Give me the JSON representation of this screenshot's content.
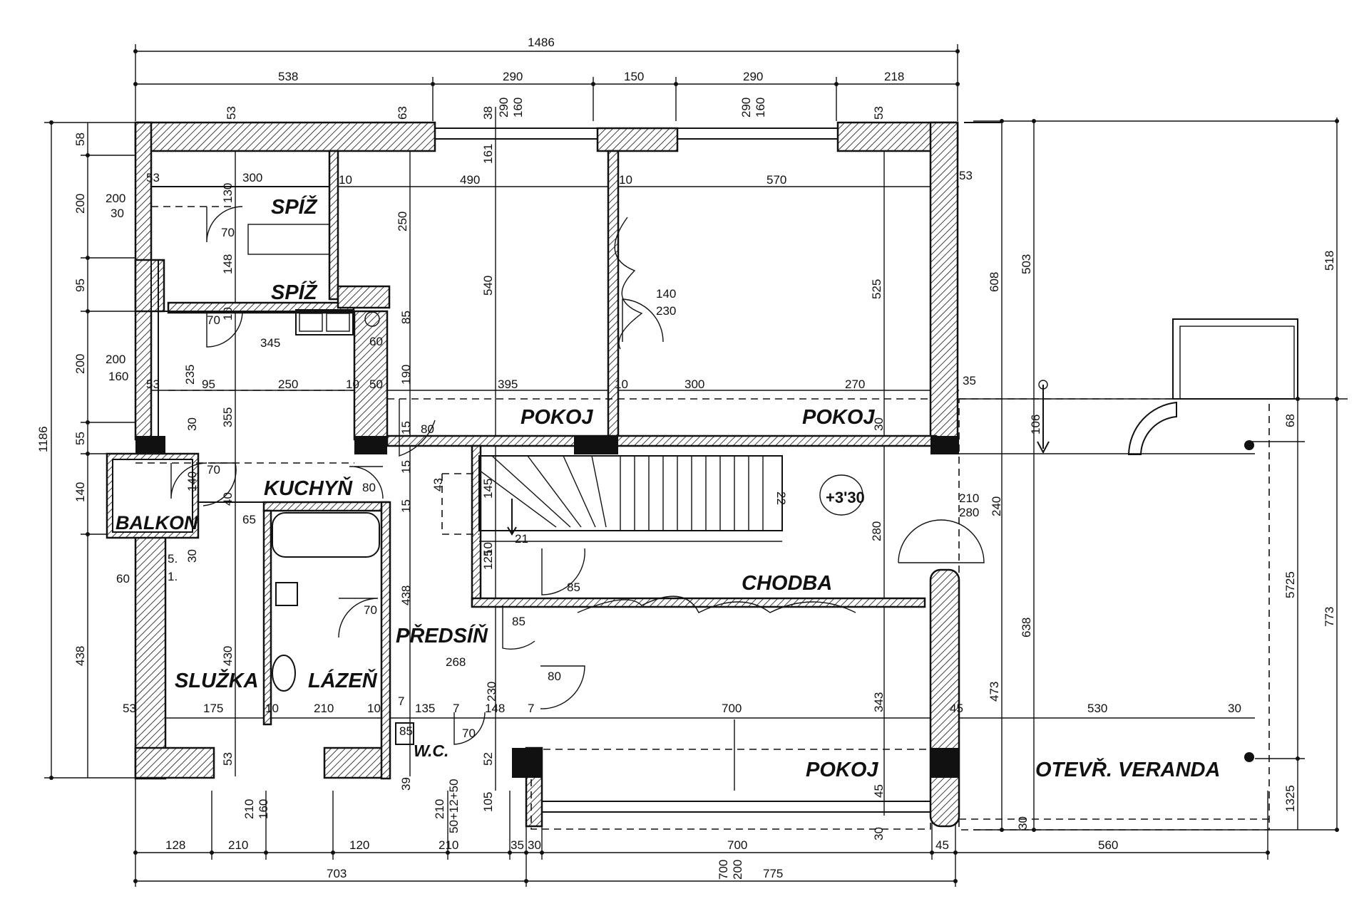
{
  "drawing": {
    "rooms": {
      "spiz1": "SPÍŽ",
      "spiz2": "SPÍŽ",
      "pokoj1": "POKOJ",
      "pokoj2": "POKOJ",
      "pokoj3": "POKOJ",
      "kuchyn": "KUCHYŇ",
      "balkon": "BALKON",
      "chodba": "CHODBA",
      "predsin": "PŘEDSÍŇ",
      "sluzka": "SLUŽKA",
      "lazen": "LÁZEŇ",
      "wc": "W.C.",
      "veranda": "OTEVŘ. VERANDA"
    },
    "level_mark": "+3'30",
    "top_dims": {
      "overall": "1486",
      "row2": [
        "538",
        "290",
        "150",
        "290",
        "218"
      ]
    },
    "bottom_dims": {
      "row1": [
        "128",
        "210",
        "120",
        "210",
        "35",
        "30",
        "700",
        "45",
        "560"
      ],
      "row2": [
        "703",
        "775"
      ]
    },
    "left_dims": {
      "overall": "1186",
      "segments": [
        "58",
        "200",
        "95",
        "200",
        "55",
        "140",
        "438"
      ]
    },
    "right_dims": [
      "608",
      "503",
      "518",
      "638",
      "473",
      "5725",
      "773",
      "1325",
      "68",
      "106"
    ],
    "interior_dims": [
      "53",
      "63",
      "38",
      "53",
      "290",
      "160",
      "290",
      "160",
      "161",
      "53",
      "300",
      "130",
      "10",
      "490",
      "10",
      "570",
      "53",
      "200",
      "30",
      "70",
      "250",
      "540",
      "525",
      "140",
      "230",
      "148",
      "10",
      "70",
      "345",
      "60",
      "85",
      "200",
      "160",
      "53",
      "235",
      "95",
      "250",
      "10",
      "50",
      "190",
      "395",
      "10",
      "300",
      "270",
      "35",
      "355",
      "30",
      "15",
      "80",
      "15",
      "30",
      "70",
      "140",
      "80",
      "15",
      "43",
      "145",
      "21",
      "22",
      "210",
      "280",
      "240",
      "280",
      "40",
      "65",
      "30",
      "5.",
      "1.",
      "60",
      "125",
      "10",
      "85",
      "70",
      "438",
      "85",
      "430",
      "268",
      "230",
      "80",
      "53",
      "175",
      "10",
      "210",
      "10",
      "7",
      "135",
      "7",
      "148",
      "7",
      "700",
      "343",
      "45",
      "530",
      "30",
      "85",
      "70",
      "52",
      "53",
      "39",
      "105",
      "45",
      "30",
      "30",
      "210",
      "160",
      "210",
      "50+12+50",
      "700",
      "200"
    ]
  }
}
